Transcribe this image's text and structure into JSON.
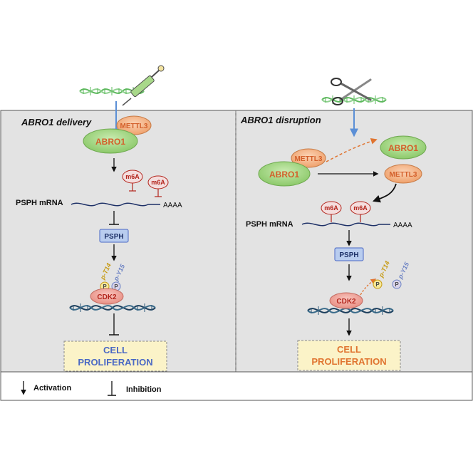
{
  "left_panel": {
    "title": "ABRO1 delivery",
    "complex": {
      "abro1": "ABRO1",
      "mettl3": "METTL3"
    },
    "m6a_marks": [
      "m6A",
      "m6A"
    ],
    "mrna_label": "PSPH mRNA",
    "poly_a": "AAAA",
    "psph": "PSPH",
    "phospho": {
      "p_t14": "p-T14",
      "p_y15": "p-Y15",
      "p1": "P",
      "p2": "P"
    },
    "cdk2": "CDK2",
    "outcome": {
      "line1": "CELL",
      "line2": "PROLIFERATION"
    }
  },
  "right_panel": {
    "title": "ABRO1 disruption",
    "complex": {
      "abro1": "ABRO1",
      "mettl3": "METTL3"
    },
    "free_abro1": "ABRO1",
    "free_mettl3": "METTL3",
    "m6a_marks": [
      "m6A",
      "m6A"
    ],
    "mrna_label": "PSPH mRNA",
    "poly_a": "AAAA",
    "psph": "PSPH",
    "phospho": {
      "p_t14": "p-T14",
      "p_y15": "p-Y15",
      "p1": "P",
      "p2": "P"
    },
    "cdk2": "CDK2",
    "outcome": {
      "line1": "CELL",
      "line2": "PROLIFERATION"
    }
  },
  "legend": {
    "activation": "Activation",
    "inhibition": "Inhibition"
  },
  "colors": {
    "panel_bg": "#e3e3e3",
    "blue_arrow": "#5b8fd6",
    "abro1_fill": "#a8d88a",
    "mettl3_fill": "#f3b486",
    "psph_fill": "#b9cdef",
    "cdk2_fill": "#f2a9a0",
    "outcome_fill": "#fbf3c8",
    "dna_green": "#5cb85c"
  },
  "icons": {
    "left_top": "syringe-icon",
    "right_top": "scissors-icon"
  }
}
